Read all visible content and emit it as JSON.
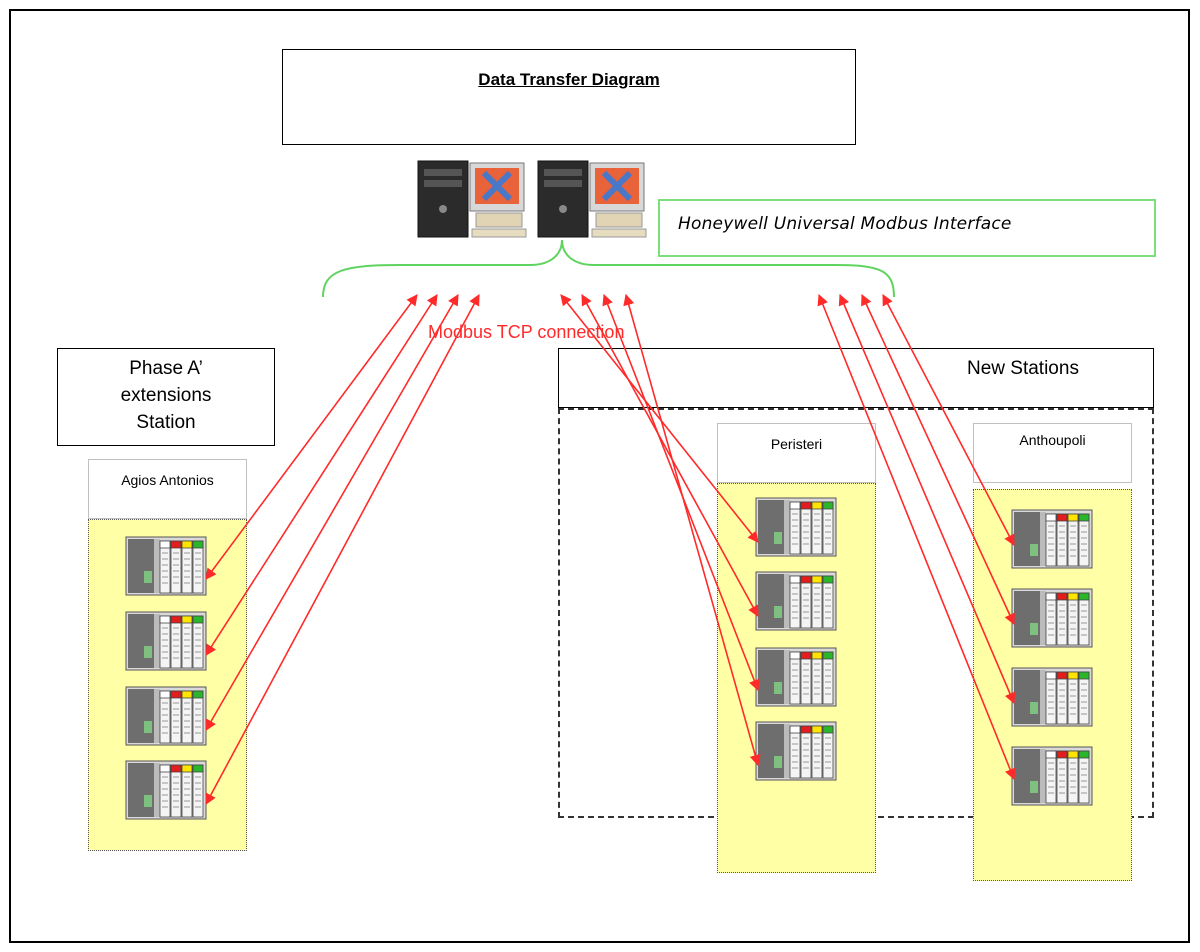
{
  "title": "Data Transfer Diagram",
  "interface_label": "Honeywell Universal Modbus Interface",
  "connection_label": "Modbus TCP connection",
  "phase_group": {
    "lines": [
      "Phase A’",
      "extensions",
      "Station"
    ]
  },
  "new_group": {
    "label": "New Stations"
  },
  "stations": [
    {
      "name": "Agios Antonios",
      "plc_count": 4
    },
    {
      "name": "Peristeri",
      "plc_count": 4
    },
    {
      "name": "Anthoupoli",
      "plc_count": 4
    }
  ],
  "colors": {
    "connection": "#ff2a2a",
    "interface_border": "#7be07b",
    "station_fill": "#ffffa6"
  },
  "icons": [
    "server-workstation-icon",
    "plc-rack-icon",
    "arrow-icon"
  ]
}
